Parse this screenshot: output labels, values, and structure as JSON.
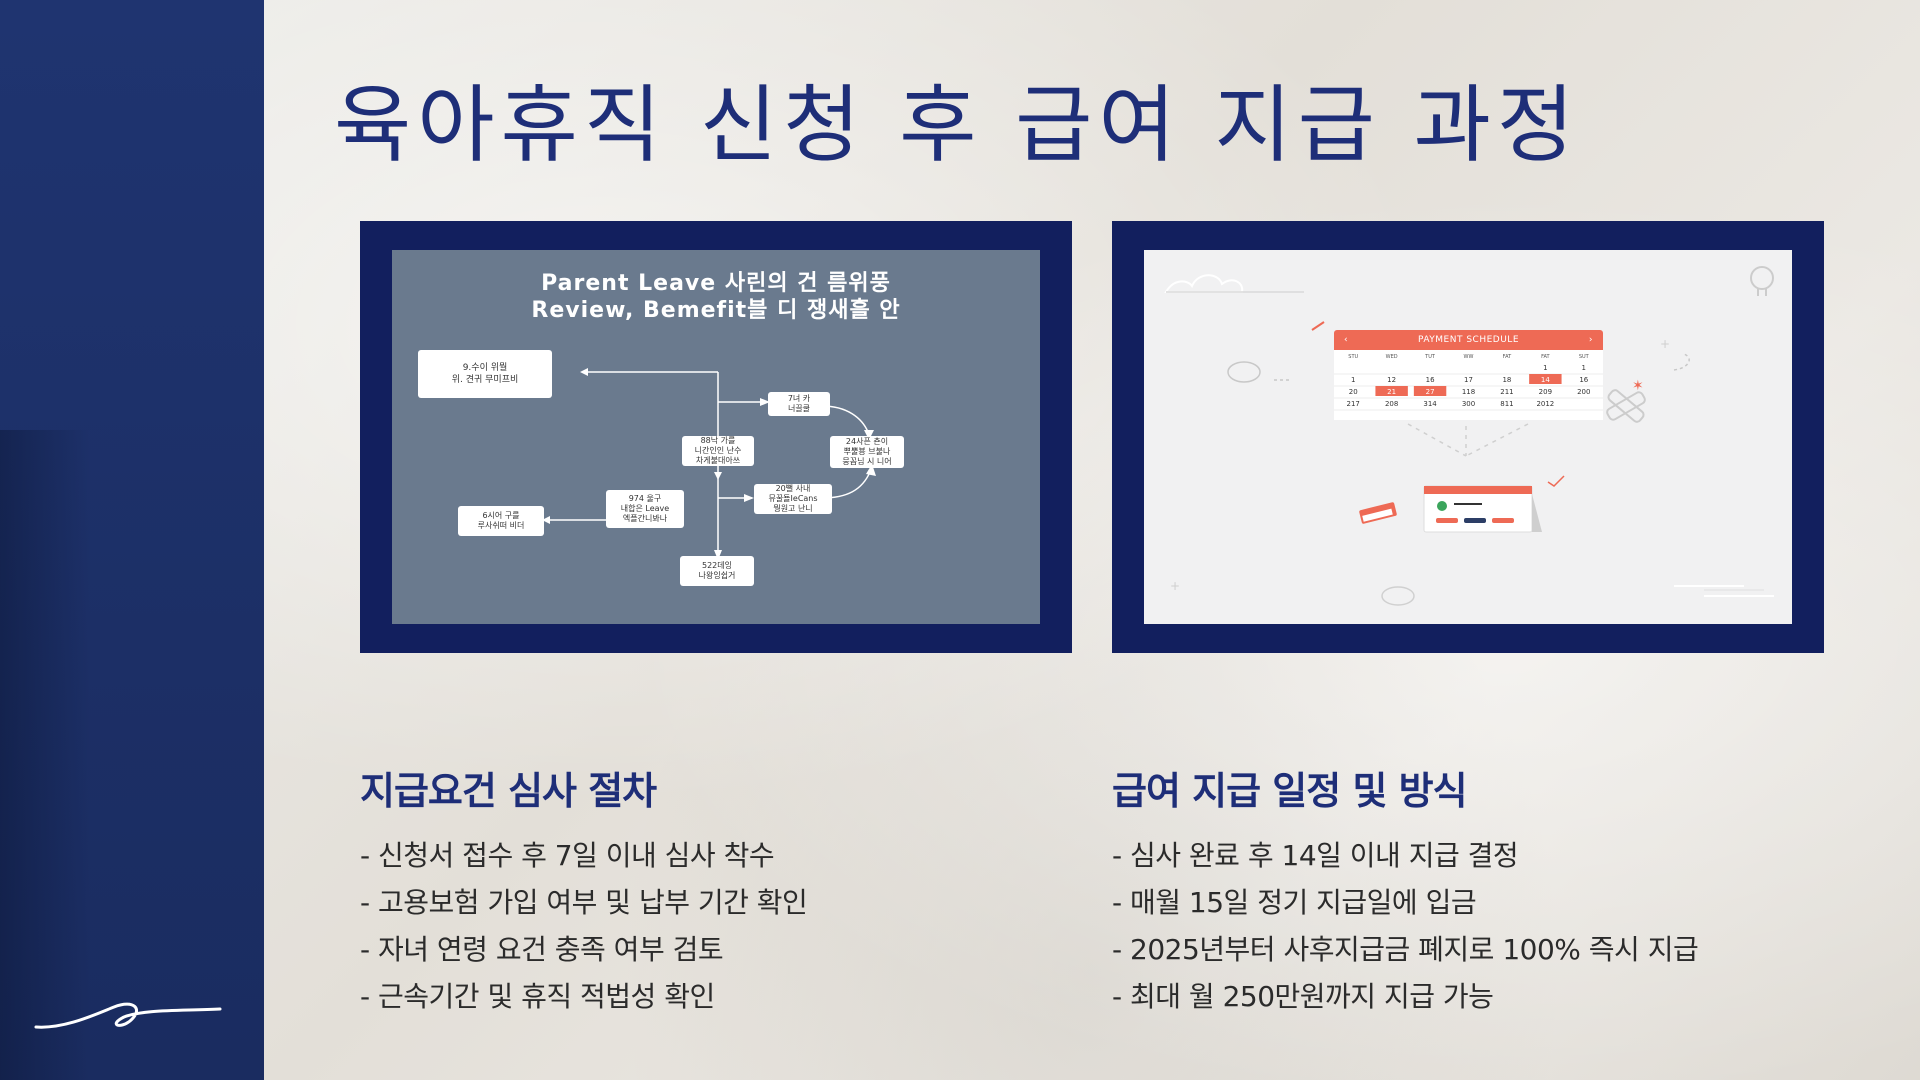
{
  "title": "육아휴직 신청 후 급여 지급 과정",
  "left_image": {
    "heading_line1": "Parent Leave 사린의 건 름위풍",
    "heading_line2": "Review, Bemefit블 디 쟁새흘 안",
    "nodes": [
      {
        "line1": "9.수이 위뭘",
        "line2": "위. 견귀 무미프비"
      },
      {
        "line1": "7녀 카",
        "line2": "너끌쿨"
      },
      {
        "line1": "88낙 가를",
        "line2": "니간인인 난수",
        "line3": "차게불대아쓰"
      },
      {
        "line1": "24사픈 쵼이",
        "line2": "뿌뿔뵹 브불나",
        "line3": "뭉꼼님 시 니어"
      },
      {
        "line1": "974 울구",
        "line2": "내합은 Leave",
        "line3": "엑플간니봐나"
      },
      {
        "line1": "20뻘 사내",
        "line2": "뮤꿀됼IeCans",
        "line3": "뭥원고 난니"
      },
      {
        "line1": "6시어 구를",
        "line2": "루사쉬떠 비더"
      },
      {
        "line1": "522데잉",
        "line2": "나왕잉쉽거"
      }
    ]
  },
  "right_image": {
    "calendar_title": "PAYMENT SCHEDULE",
    "weekdays": [
      "STU",
      "WED",
      "TUT",
      "WW",
      "FAT",
      "FAT",
      "SUT"
    ],
    "rows": [
      [
        "",
        "",
        "",
        "",
        "",
        "1",
        "1"
      ],
      [
        "1",
        "12",
        "16",
        "17",
        "18",
        "14",
        "16"
      ],
      [
        "20",
        "21",
        "27",
        "118",
        "211",
        "209",
        "200"
      ],
      [
        "217",
        "208",
        "314",
        "300",
        "811",
        "2012",
        ""
      ]
    ],
    "accent_color": "#ee6a55"
  },
  "sections": [
    {
      "heading": "지급요건 심사 절차",
      "items": [
        "- 신청서 접수 후 7일 이내 심사 착수",
        "- 고용보험 가입 여부 및 납부 기간 확인",
        "- 자녀 연령 요건 충족 여부 검토",
        "- 근속기간 및 휴직 적법성 확인"
      ]
    },
    {
      "heading": "급여 지급 일정 및 방식",
      "items": [
        "- 심사 완료 후 14일 이내 지급 결정",
        "- 매월 15일 정기 지급일에 입금",
        "- 2025년부터 사후지급금 폐지로 100% 즉시 지급",
        "- 최대 월 250만원까지 지급 가능"
      ]
    }
  ],
  "colors": {
    "sidebar": "#1f3470",
    "title": "#1e2e78",
    "frame": "#121f5e"
  }
}
